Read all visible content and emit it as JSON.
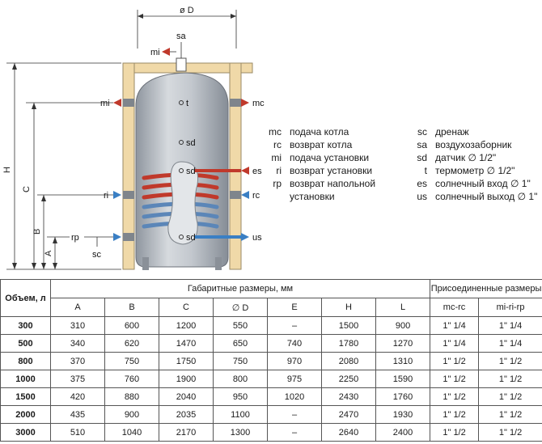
{
  "diagram": {
    "top_dimension": "ø D",
    "ports": {
      "sa": "sa",
      "mi_top": "mi",
      "mi_left": "mi",
      "mc": "mc",
      "t": "t",
      "sd_upper": "sd",
      "sd_middle": "sd",
      "sd_lower": "sd",
      "es": "es",
      "ri": "ri",
      "rc": "rc",
      "rp": "rp",
      "us": "us",
      "sc": "sc"
    },
    "dimensions": {
      "H": "H",
      "C": "C",
      "B": "B",
      "A": "A"
    },
    "colors": {
      "hot": "#c0392b",
      "cold": "#3a7fc4",
      "insulation": "#f0d9a8",
      "tank": "#b6bcc4"
    }
  },
  "legend_left": [
    {
      "code": "mc",
      "text": "подача котла"
    },
    {
      "code": "rc",
      "text": "возврат котла"
    },
    {
      "code": "mi",
      "text": "подача установки"
    },
    {
      "code": "ri",
      "text": "возврат установки"
    },
    {
      "code": "rp",
      "text": "возврат напольной"
    },
    {
      "code": "",
      "text": "установки"
    }
  ],
  "legend_right": [
    {
      "code": "sc",
      "text": "дренаж"
    },
    {
      "code": "sa",
      "text": "воздухозаборник"
    },
    {
      "code": "sd",
      "text": "датчик ∅ 1/2\""
    },
    {
      "code": "t",
      "text": "термометр ∅ 1/2\""
    },
    {
      "code": "es",
      "text": "солнечный вход ∅ 1\""
    },
    {
      "code": "us",
      "text": "солнечный выход ∅ 1\""
    }
  ],
  "table": {
    "volume_header": "Объем, л",
    "dims_header": "Габаритные размеры, мм",
    "conn_header": "Присоединенные размеры",
    "columns": [
      "A",
      "B",
      "C",
      "∅ D",
      "E",
      "H",
      "L",
      "mc-rc",
      "mi-ri-rp"
    ],
    "rows": [
      [
        "300",
        "310",
        "600",
        "1200",
        "550",
        "–",
        "1500",
        "900",
        "1\" 1/4",
        "1\" 1/4"
      ],
      [
        "500",
        "340",
        "620",
        "1470",
        "650",
        "740",
        "1780",
        "1270",
        "1\" 1/4",
        "1\" 1/4"
      ],
      [
        "800",
        "370",
        "750",
        "1750",
        "750",
        "970",
        "2080",
        "1310",
        "1\" 1/2",
        "1\" 1/2"
      ],
      [
        "1000",
        "375",
        "760",
        "1900",
        "800",
        "975",
        "2250",
        "1590",
        "1\" 1/2",
        "1\" 1/2"
      ],
      [
        "1500",
        "420",
        "880",
        "2040",
        "950",
        "1020",
        "2430",
        "1760",
        "1\" 1/2",
        "1\" 1/2"
      ],
      [
        "2000",
        "435",
        "900",
        "2035",
        "1100",
        "–",
        "2470",
        "1930",
        "1\" 1/2",
        "1\" 1/2"
      ],
      [
        "3000",
        "510",
        "1040",
        "2170",
        "1300",
        "–",
        "2640",
        "2400",
        "1\" 1/2",
        "1\" 1/2"
      ]
    ]
  }
}
